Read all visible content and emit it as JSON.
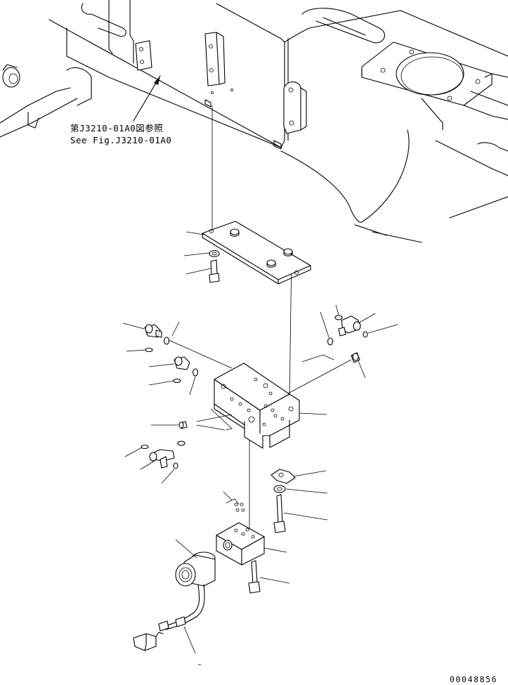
{
  "reference": {
    "japanese": "第J3210-01A0図参照",
    "english": "See Fig.J3210-01A0"
  },
  "document_number": "00048856"
}
